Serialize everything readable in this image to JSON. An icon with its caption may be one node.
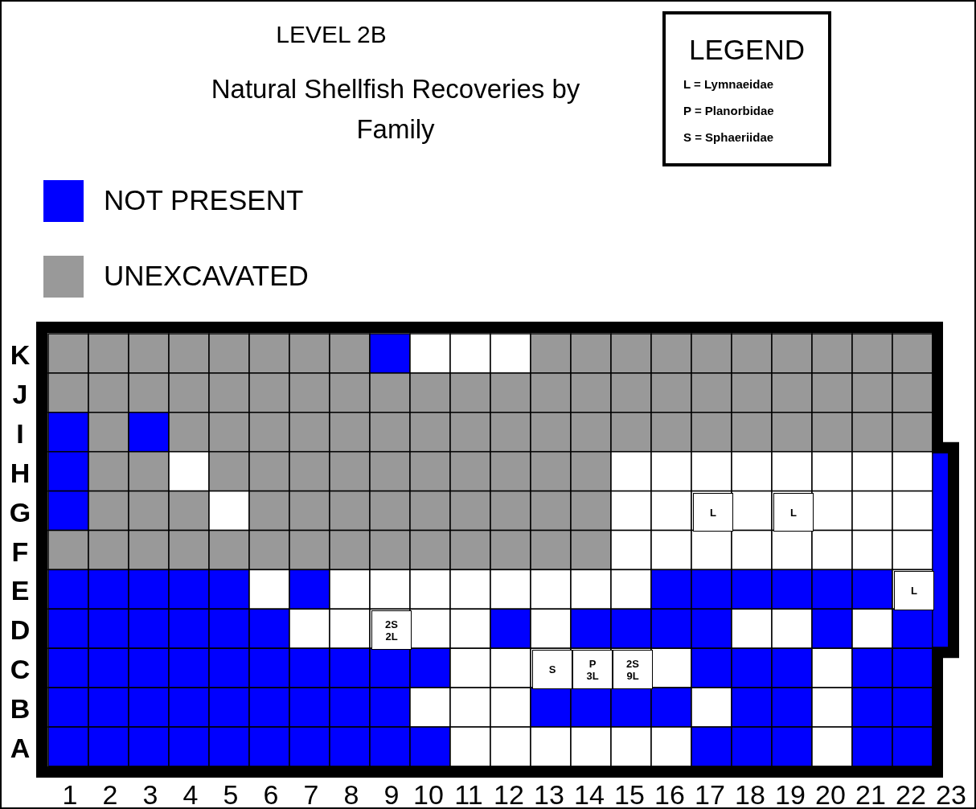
{
  "diagram": {
    "title": "Natural Shellfish Recoveries by Family",
    "nodes": [
      {
        "text": [
          "LEGEND",
          "L = Lymnaeidae",
          "P = Planorbidae",
          "S = Sphaeriidae"
        ]
      },
      {
        "text": [
          "L"
        ]
      },
      {
        "text": [
          "L"
        ]
      },
      {
        "text": [
          "L"
        ]
      },
      {
        "text": [
          "2S 2L"
        ]
      },
      {
        "text": [
          "S"
        ]
      },
      {
        "text": [
          "P 3L"
        ]
      },
      {
        "text": [
          "2S 9L"
        ]
      }
    ],
    "edges": [],
    "labels": [
      "LEVEL 2B",
      "K",
      "J",
      "I",
      "H",
      "G",
      "F",
      "E",
      "D",
      "C",
      "B",
      "A",
      "1",
      "2",
      "3",
      "4",
      "5",
      "6",
      "7",
      "8",
      "9",
      "10",
      "11",
      "12",
      "13",
      "14",
      "15",
      "16",
      "17",
      "18",
      "19",
      "20",
      "21",
      "22",
      "23"
    ],
    "legend": [
      {
        "text": "NOT PRESENT",
        "color": "#0000ff"
      },
      {
        "text": "UNEXCAVATED",
        "color": "#999999"
      }
    ]
  }
}
